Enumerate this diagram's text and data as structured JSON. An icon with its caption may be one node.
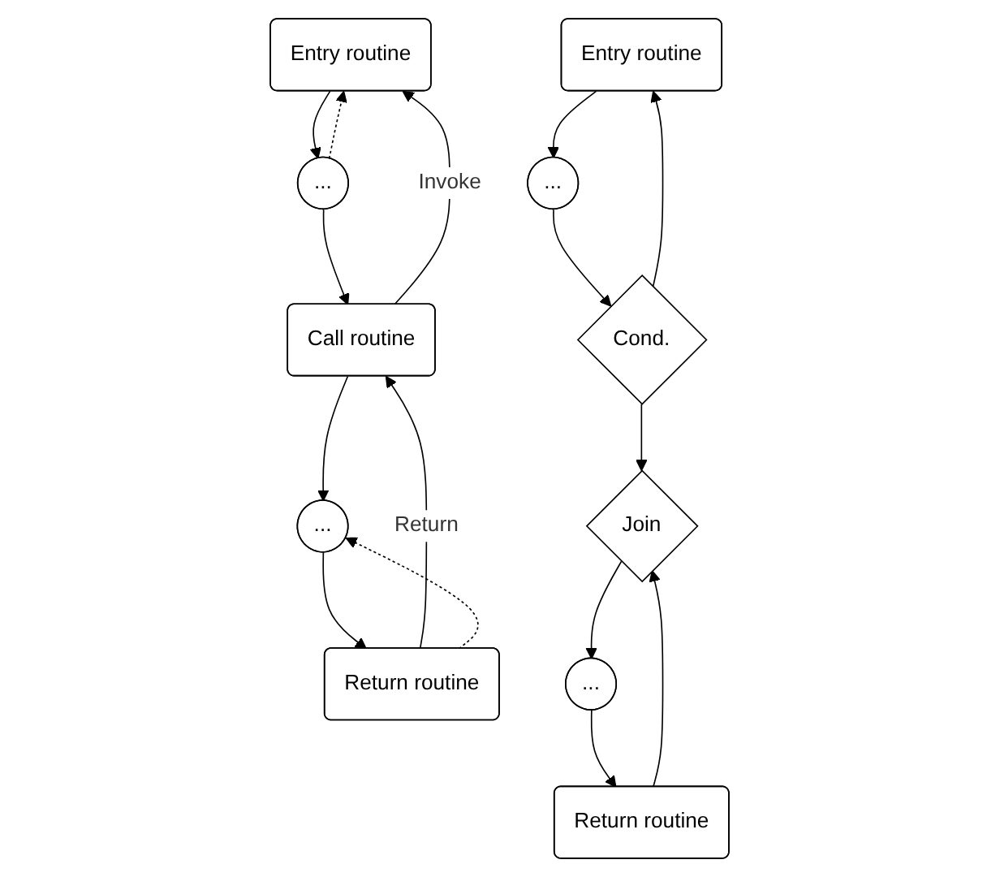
{
  "diagram": {
    "nodes": [
      {
        "text": [
          "Entry routine"
        ]
      },
      {
        "text": [
          "..."
        ]
      },
      {
        "text": [
          "Call routine"
        ]
      },
      {
        "text": [
          "..."
        ]
      },
      {
        "text": [
          "Return routine"
        ]
      },
      {
        "text": [
          "Entry routine"
        ]
      },
      {
        "text": [
          "..."
        ]
      },
      {
        "text": [
          "Cond."
        ]
      },
      {
        "text": [
          "Join"
        ]
      },
      {
        "text": [
          "..."
        ]
      },
      {
        "text": [
          "Return routine"
        ]
      }
    ],
    "edges": [
      {
        "from": 0,
        "to": 1,
        "arrow": "to"
      },
      {
        "from": 1,
        "to": 2,
        "arrow": "to"
      },
      {
        "from": 2,
        "to": 3,
        "arrow": "to"
      },
      {
        "from": 3,
        "to": 4,
        "arrow": "to"
      },
      {
        "from": 2,
        "to": 0,
        "arrow": "to",
        "label": "Invoke"
      },
      {
        "from": 4,
        "to": 2,
        "arrow": "to",
        "label": "Return"
      },
      {
        "from": 1,
        "to": 0,
        "arrow": "to",
        "style": "dashed"
      },
      {
        "from": 4,
        "to": 3,
        "arrow": "to",
        "style": "dashed"
      },
      {
        "from": 5,
        "to": 6,
        "arrow": "to"
      },
      {
        "from": 6,
        "to": 7,
        "arrow": "to"
      },
      {
        "from": 7,
        "to": 8,
        "arrow": "to"
      },
      {
        "from": 8,
        "to": 9,
        "arrow": "to"
      },
      {
        "from": 9,
        "to": 10,
        "arrow": "to"
      },
      {
        "from": 7,
        "to": 5,
        "arrow": "to"
      },
      {
        "from": 10,
        "to": 8,
        "arrow": "to"
      }
    ]
  }
}
